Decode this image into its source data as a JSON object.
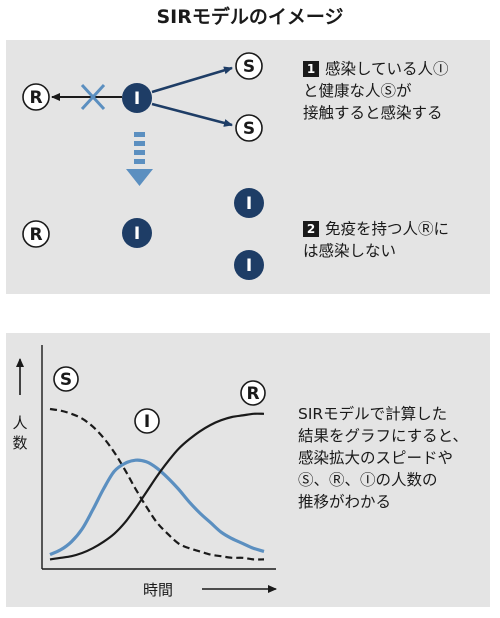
{
  "title": "SIRモデルのイメージ",
  "symbols": {
    "s": "S",
    "i": "I",
    "r": "R"
  },
  "notes": [
    {
      "num": "1",
      "lines": [
        "感染している人Ⓘ",
        "と健康な人Ⓢが",
        "接触すると感染する"
      ]
    },
    {
      "num": "2",
      "lines": [
        "免疫を持つ人Ⓡに",
        "は感染しない"
      ]
    }
  ],
  "chart_note": [
    "SIRモデルで計算した",
    "結果をグラフにすると、",
    "感染拡大のスピードや",
    "Ⓢ、Ⓡ、Ⓘの人数の",
    "推移がわかる"
  ],
  "chart_data": {
    "type": "line",
    "xlabel": "時間",
    "ylabel": "人数",
    "x": [
      0,
      1,
      2,
      3,
      4,
      5,
      6,
      7,
      8,
      9,
      10,
      11,
      12,
      13,
      14,
      15,
      16,
      17,
      18,
      19,
      20
    ],
    "series": [
      {
        "name": "S",
        "style": "dashed",
        "color": "#1a1a1a",
        "values": [
          0.95,
          0.94,
          0.92,
          0.89,
          0.84,
          0.77,
          0.68,
          0.57,
          0.45,
          0.34,
          0.24,
          0.17,
          0.11,
          0.08,
          0.06,
          0.04,
          0.03,
          0.02,
          0.02,
          0.01,
          0.01
        ]
      },
      {
        "name": "I",
        "style": "solid",
        "color": "#5b8fc0",
        "values": [
          0.04,
          0.07,
          0.12,
          0.2,
          0.32,
          0.45,
          0.56,
          0.61,
          0.63,
          0.62,
          0.58,
          0.52,
          0.45,
          0.37,
          0.3,
          0.24,
          0.18,
          0.14,
          0.11,
          0.08,
          0.06
        ]
      },
      {
        "name": "R",
        "style": "solid",
        "color": "#1a1a1a",
        "values": [
          0.01,
          0.02,
          0.03,
          0.05,
          0.08,
          0.12,
          0.17,
          0.24,
          0.33,
          0.43,
          0.53,
          0.62,
          0.7,
          0.76,
          0.81,
          0.85,
          0.88,
          0.9,
          0.91,
          0.92,
          0.92
        ]
      }
    ],
    "ylim": [
      0,
      1
    ],
    "grid": false,
    "legend": "none"
  },
  "colors": {
    "panel": "#e4e4e4",
    "blue": "#5b8fc0",
    "navy": "#1e3d66",
    "dark": "#1a1a1a"
  }
}
